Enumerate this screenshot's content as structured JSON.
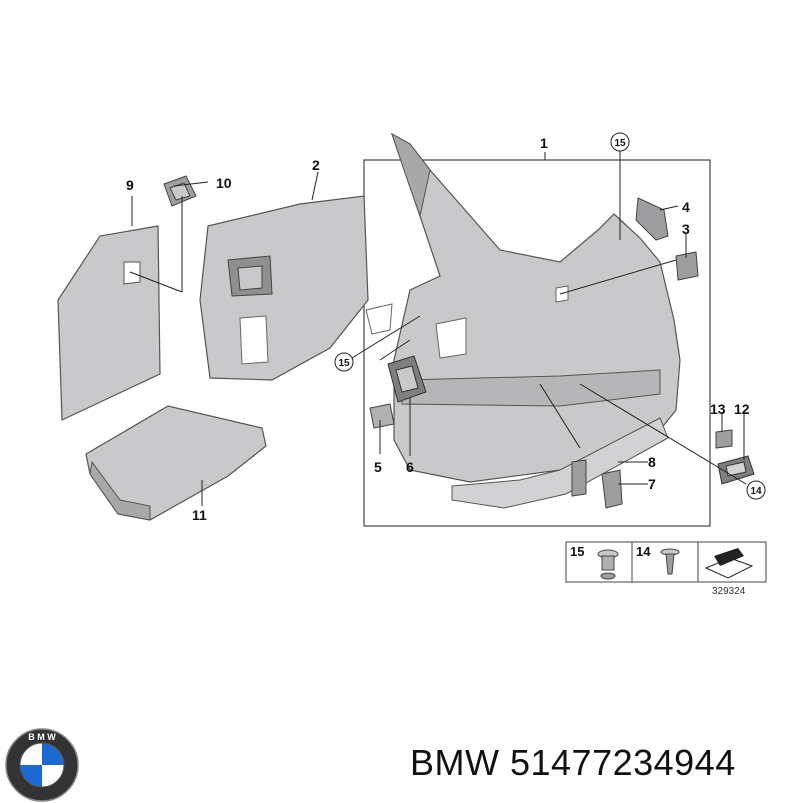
{
  "callouts": {
    "c1": "1",
    "c2": "2",
    "c3": "3",
    "c4": "4",
    "c5": "5",
    "c6": "6",
    "c7": "7",
    "c8": "8",
    "c9": "9",
    "c10": "10",
    "c11": "11",
    "c12": "12",
    "c13": "13",
    "c14a": "14",
    "c15a": "15",
    "c15b": "15"
  },
  "legend": {
    "n15": "15",
    "n14": "14",
    "code": "329324"
  },
  "logo_text": "BMW",
  "caption": "BMW 51477234944",
  "colors": {
    "panel": "#c9c9cb",
    "panel_dark": "#a8a8aa",
    "line": "#333333",
    "bmw_blue": "#1c69d4"
  }
}
